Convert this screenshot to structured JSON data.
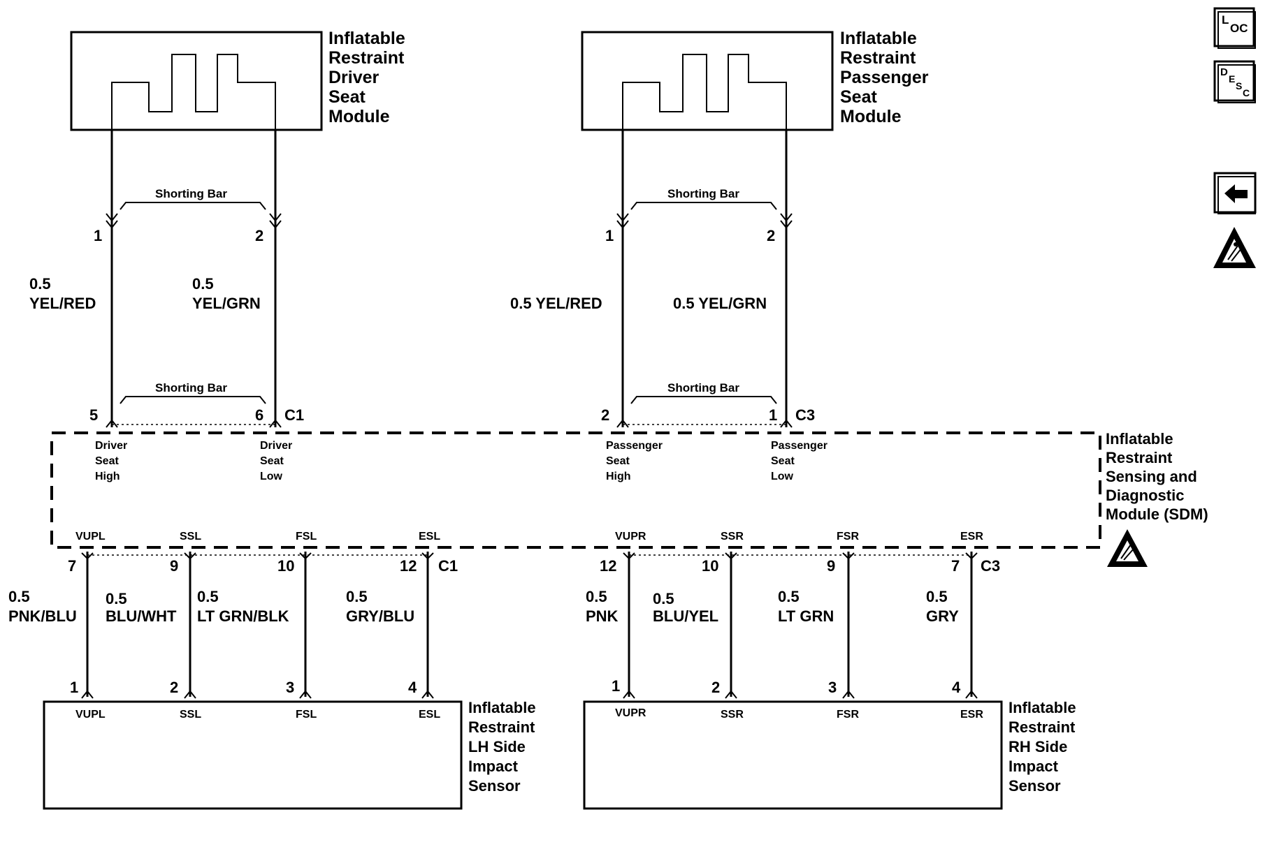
{
  "modules": {
    "driver_seat": [
      "Inflatable",
      "Restraint",
      "Driver",
      "Seat",
      "Module"
    ],
    "passenger_seat": [
      "Inflatable",
      "Restraint",
      "Passenger",
      "Seat",
      "Module"
    ],
    "sdm": [
      "Inflatable",
      "Restraint",
      "Sensing and",
      "Diagnostic",
      "Module (SDM)"
    ],
    "lh_sensor": [
      "Inflatable",
      "Restraint",
      "LH Side",
      "Impact",
      "Sensor"
    ],
    "rh_sensor": [
      "Inflatable",
      "Restraint",
      "RH Side",
      "Impact",
      "Sensor"
    ]
  },
  "shorting_bar_label": "Shorting Bar",
  "connectors": {
    "c1": "C1",
    "c3": "C3"
  },
  "driver_seat_wires": [
    {
      "top_pin": "1",
      "sdm_pin": "5",
      "size": "0.5",
      "color": "YEL/RED",
      "sdm_label": [
        "Driver",
        "Seat",
        "High"
      ]
    },
    {
      "top_pin": "2",
      "sdm_pin": "6",
      "size": "0.5",
      "color": "YEL/GRN",
      "sdm_label": [
        "Driver",
        "Seat",
        "Low"
      ]
    }
  ],
  "passenger_seat_wires": [
    {
      "top_pin": "1",
      "sdm_pin": "2",
      "label": "0.5 YEL/RED",
      "sdm_label": [
        "Passenger",
        "Seat",
        "High"
      ]
    },
    {
      "top_pin": "2",
      "sdm_pin": "1",
      "label": "0.5 YEL/GRN",
      "sdm_label": [
        "Passenger",
        "Seat",
        "Low"
      ]
    }
  ],
  "lh_sensor_wires": [
    {
      "signal": "VUPL",
      "sdm_pin": "7",
      "sensor_pin": "1",
      "size": "0.5",
      "color": "PNK/BLU"
    },
    {
      "signal": "SSL",
      "sdm_pin": "9",
      "sensor_pin": "2",
      "size": "0.5",
      "color": "BLU/WHT"
    },
    {
      "signal": "FSL",
      "sdm_pin": "10",
      "sensor_pin": "3",
      "size": "0.5",
      "color": "LT GRN/BLK"
    },
    {
      "signal": "ESL",
      "sdm_pin": "12",
      "sensor_pin": "4",
      "size": "0.5",
      "color": "GRY/BLU"
    }
  ],
  "rh_sensor_wires": [
    {
      "signal": "VUPR",
      "sdm_pin": "12",
      "sensor_pin": "1",
      "size": "0.5",
      "color": "PNK"
    },
    {
      "signal": "SSR",
      "sdm_pin": "10",
      "sensor_pin": "2",
      "size": "0.5",
      "color": "BLU/YEL"
    },
    {
      "signal": "FSR",
      "sdm_pin": "9",
      "sensor_pin": "3",
      "size": "0.5",
      "color": "LT GRN"
    },
    {
      "signal": "ESR",
      "sdm_pin": "7",
      "sensor_pin": "4",
      "size": "0.5",
      "color": "GRY"
    }
  ],
  "nav": {
    "loc": {
      "big": "L",
      "small": "OC"
    },
    "desc": {
      "big": "D",
      "small1": "E",
      "small2": "S",
      "small3": "C"
    },
    "back_icon": "left-arrow-icon",
    "esd_icon": "esd-warning-icon"
  }
}
